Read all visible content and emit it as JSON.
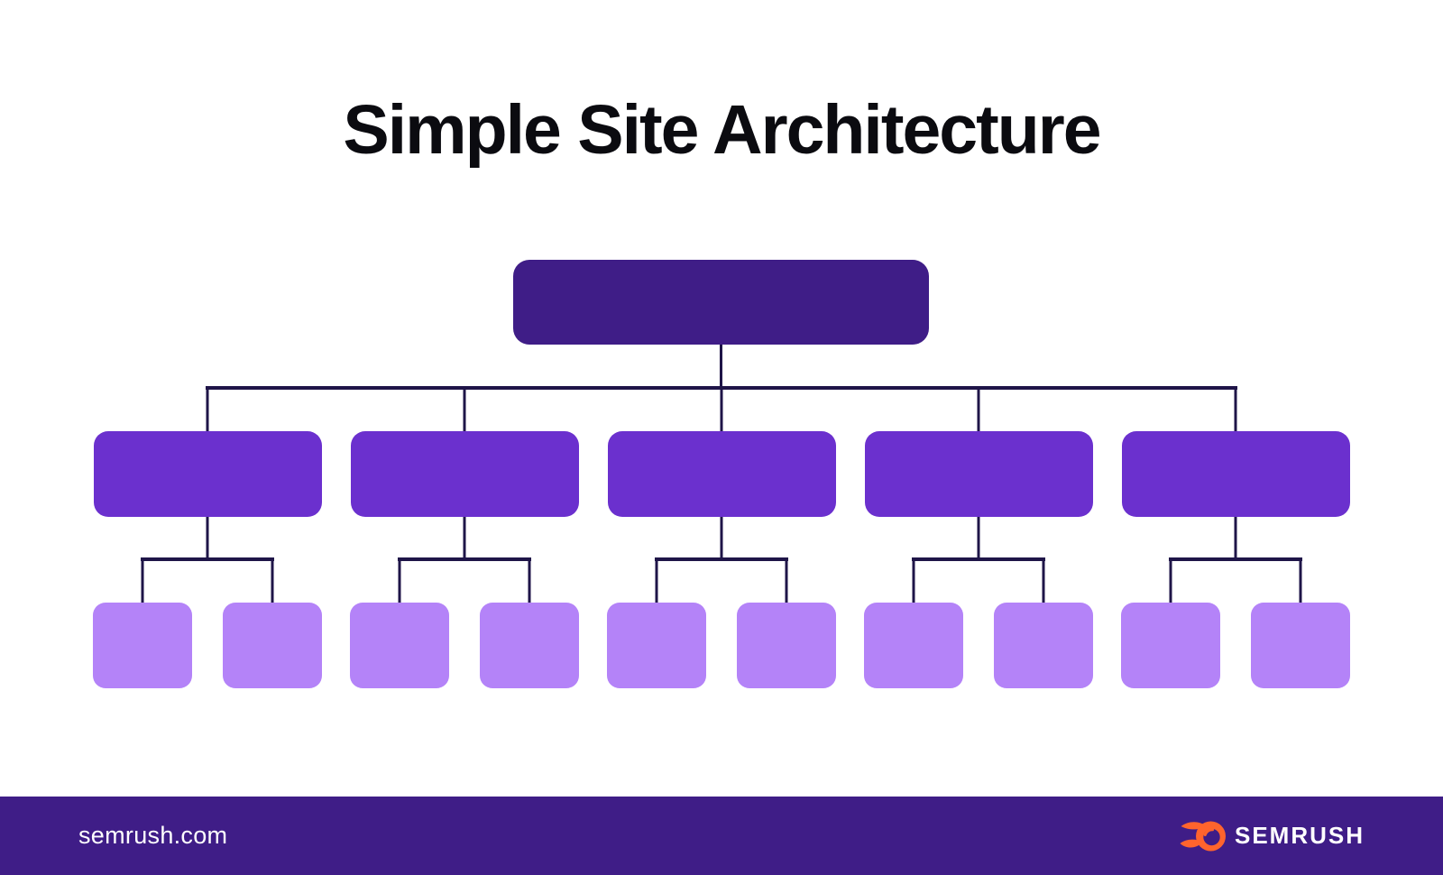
{
  "title": "Simple Site Architecture",
  "footer": {
    "site_url": "semrush.com",
    "logo_text": "SEMRUSH"
  },
  "colors": {
    "background": "#FFFFFF",
    "title_text": "#0B0B10",
    "footer_background": "#3F1D87",
    "root_node": "#3F1D87",
    "category_node": "#6B30CE",
    "subpage_node": "#B483F8",
    "connector_line": "#1F1548",
    "logo_orange": "#FF642D",
    "footer_text": "#FFFFFF"
  },
  "diagram": {
    "type": "site-architecture-tree",
    "levels": [
      {
        "role": "homepage",
        "depth": 1,
        "count": 1,
        "color_key": "root_node"
      },
      {
        "role": "category-page",
        "depth": 2,
        "count": 5,
        "color_key": "category_node"
      },
      {
        "role": "subpage",
        "depth": 3,
        "count": 10,
        "color_key": "subpage_node"
      }
    ],
    "category_count": 5,
    "subpages_per_category": 2,
    "node_labels": []
  }
}
